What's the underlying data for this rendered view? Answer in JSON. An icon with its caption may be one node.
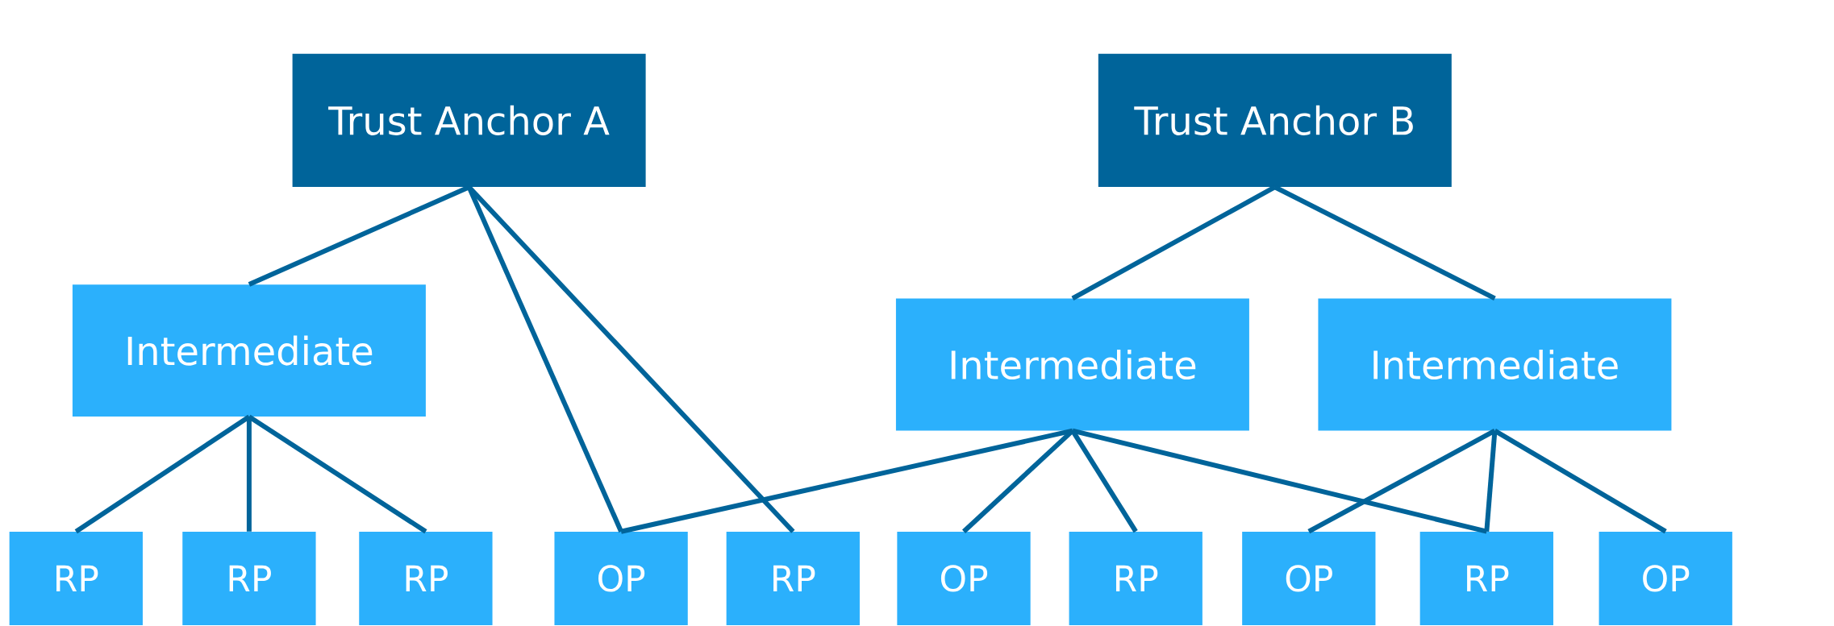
{
  "diagram": {
    "nodes": [
      {
        "text": [
          "Trust Anchor A"
        ]
      },
      {
        "text": [
          "Trust Anchor B"
        ]
      },
      {
        "text": [
          "Intermediate"
        ]
      },
      {
        "text": [
          "Intermediate"
        ]
      },
      {
        "text": [
          "Intermediate"
        ]
      },
      {
        "text": [
          "RP"
        ]
      },
      {
        "text": [
          "RP"
        ]
      },
      {
        "text": [
          "RP"
        ]
      },
      {
        "text": [
          "OP"
        ]
      },
      {
        "text": [
          "RP"
        ]
      },
      {
        "text": [
          "OP"
        ]
      },
      {
        "text": [
          "RP"
        ]
      },
      {
        "text": [
          "OP"
        ]
      },
      {
        "text": [
          "RP"
        ]
      },
      {
        "text": [
          "OP"
        ]
      }
    ],
    "edges": [
      {
        "from": 0,
        "to": 2,
        "arrow": "none"
      },
      {
        "from": 0,
        "to": 8,
        "arrow": "none"
      },
      {
        "from": 0,
        "to": 9,
        "arrow": "none"
      },
      {
        "from": 1,
        "to": 3,
        "arrow": "none"
      },
      {
        "from": 1,
        "to": 4,
        "arrow": "none"
      },
      {
        "from": 2,
        "to": 5,
        "arrow": "none"
      },
      {
        "from": 2,
        "to": 6,
        "arrow": "none"
      },
      {
        "from": 2,
        "to": 7,
        "arrow": "none"
      },
      {
        "from": 3,
        "to": 8,
        "arrow": "none"
      },
      {
        "from": 3,
        "to": 10,
        "arrow": "none"
      },
      {
        "from": 3,
        "to": 11,
        "arrow": "none"
      },
      {
        "from": 3,
        "to": 13,
        "arrow": "none"
      },
      {
        "from": 4,
        "to": 12,
        "arrow": "none"
      },
      {
        "from": 4,
        "to": 13,
        "arrow": "none"
      },
      {
        "from": 4,
        "to": 14,
        "arrow": "none"
      }
    ]
  }
}
